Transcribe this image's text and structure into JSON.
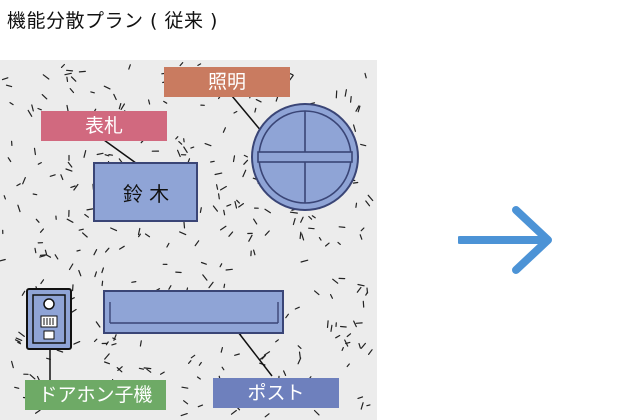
{
  "page": {
    "title": "機能分散プラン ( 従来 )"
  },
  "labels": {
    "lighting": "照明",
    "nameplate": "表札",
    "intercom": "ドアホン子機",
    "mailbox": "ポスト"
  },
  "nameplate_text": "鈴 木",
  "colors": {
    "wall": "#ececec",
    "object_fill": "#8fa4d6",
    "object_stroke": "#3a4576",
    "lighting_label": "#c97b60",
    "nameplate_label": "#d1697f",
    "intercom_label": "#6eaa66",
    "mailbox_label": "#6e80bd",
    "arrow": "#4c93d6"
  },
  "icons": [
    "right-arrow-icon"
  ]
}
